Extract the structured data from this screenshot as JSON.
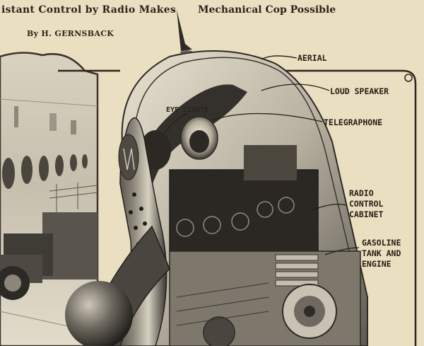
{
  "header": {
    "headline_left": "istant Control by Radio Makes",
    "headline_right": "Mechanical Cop Possible",
    "byline": "By H. GERNSBACK"
  },
  "labels": {
    "aerial": "AERIAL",
    "loud_speaker": "LOUD SPEAKER",
    "telegraphone": "TELEGRAPHONE",
    "eye_lights": "EYE LIGHTS",
    "radio_control_cabinet": [
      "RADIO",
      "CONTROL",
      "CABINET"
    ],
    "gasoline_tank_engine": [
      "GASOLINE",
      "TANK AND",
      "ENGINE"
    ]
  },
  "colors": {
    "paper": "#ebdfc2",
    "ink": "#241d12",
    "metal_dark": "#2f2c28",
    "metal_mid": "#7a746a",
    "metal_light": "#c9c2b2"
  }
}
